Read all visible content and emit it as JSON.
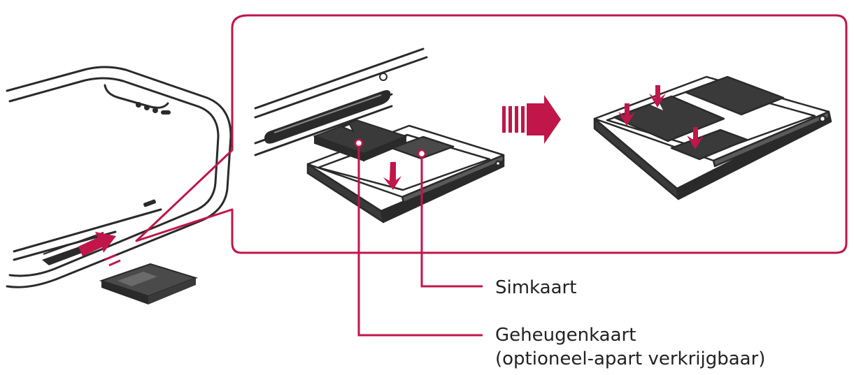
{
  "labels": {
    "sim_card": "Simkaart",
    "memory_card": "Geheugenkaart",
    "memory_card_note": "(optioneel-apart verkrijgbaar)"
  },
  "colors": {
    "accent": "#c0164a",
    "line": "#2a2a2a",
    "tray": "#3a3a3a",
    "card": "#4a4a4a"
  }
}
